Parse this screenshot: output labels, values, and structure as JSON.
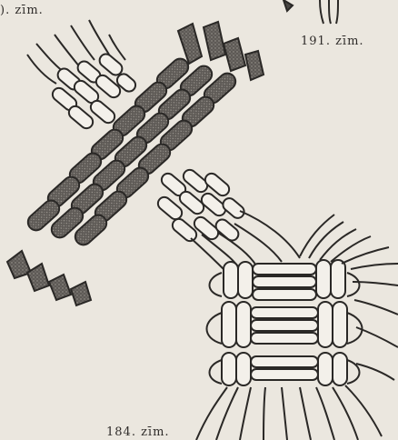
{
  "figure": {
    "captions": {
      "top_left": "). zīm.",
      "right": "191. zīm.",
      "bottom": "184. zīm."
    },
    "colors": {
      "paper": "#ebe7df",
      "ink": "#2a2826",
      "cord_light": "#f3f0ea",
      "cord_dark": "#4a4744"
    }
  }
}
